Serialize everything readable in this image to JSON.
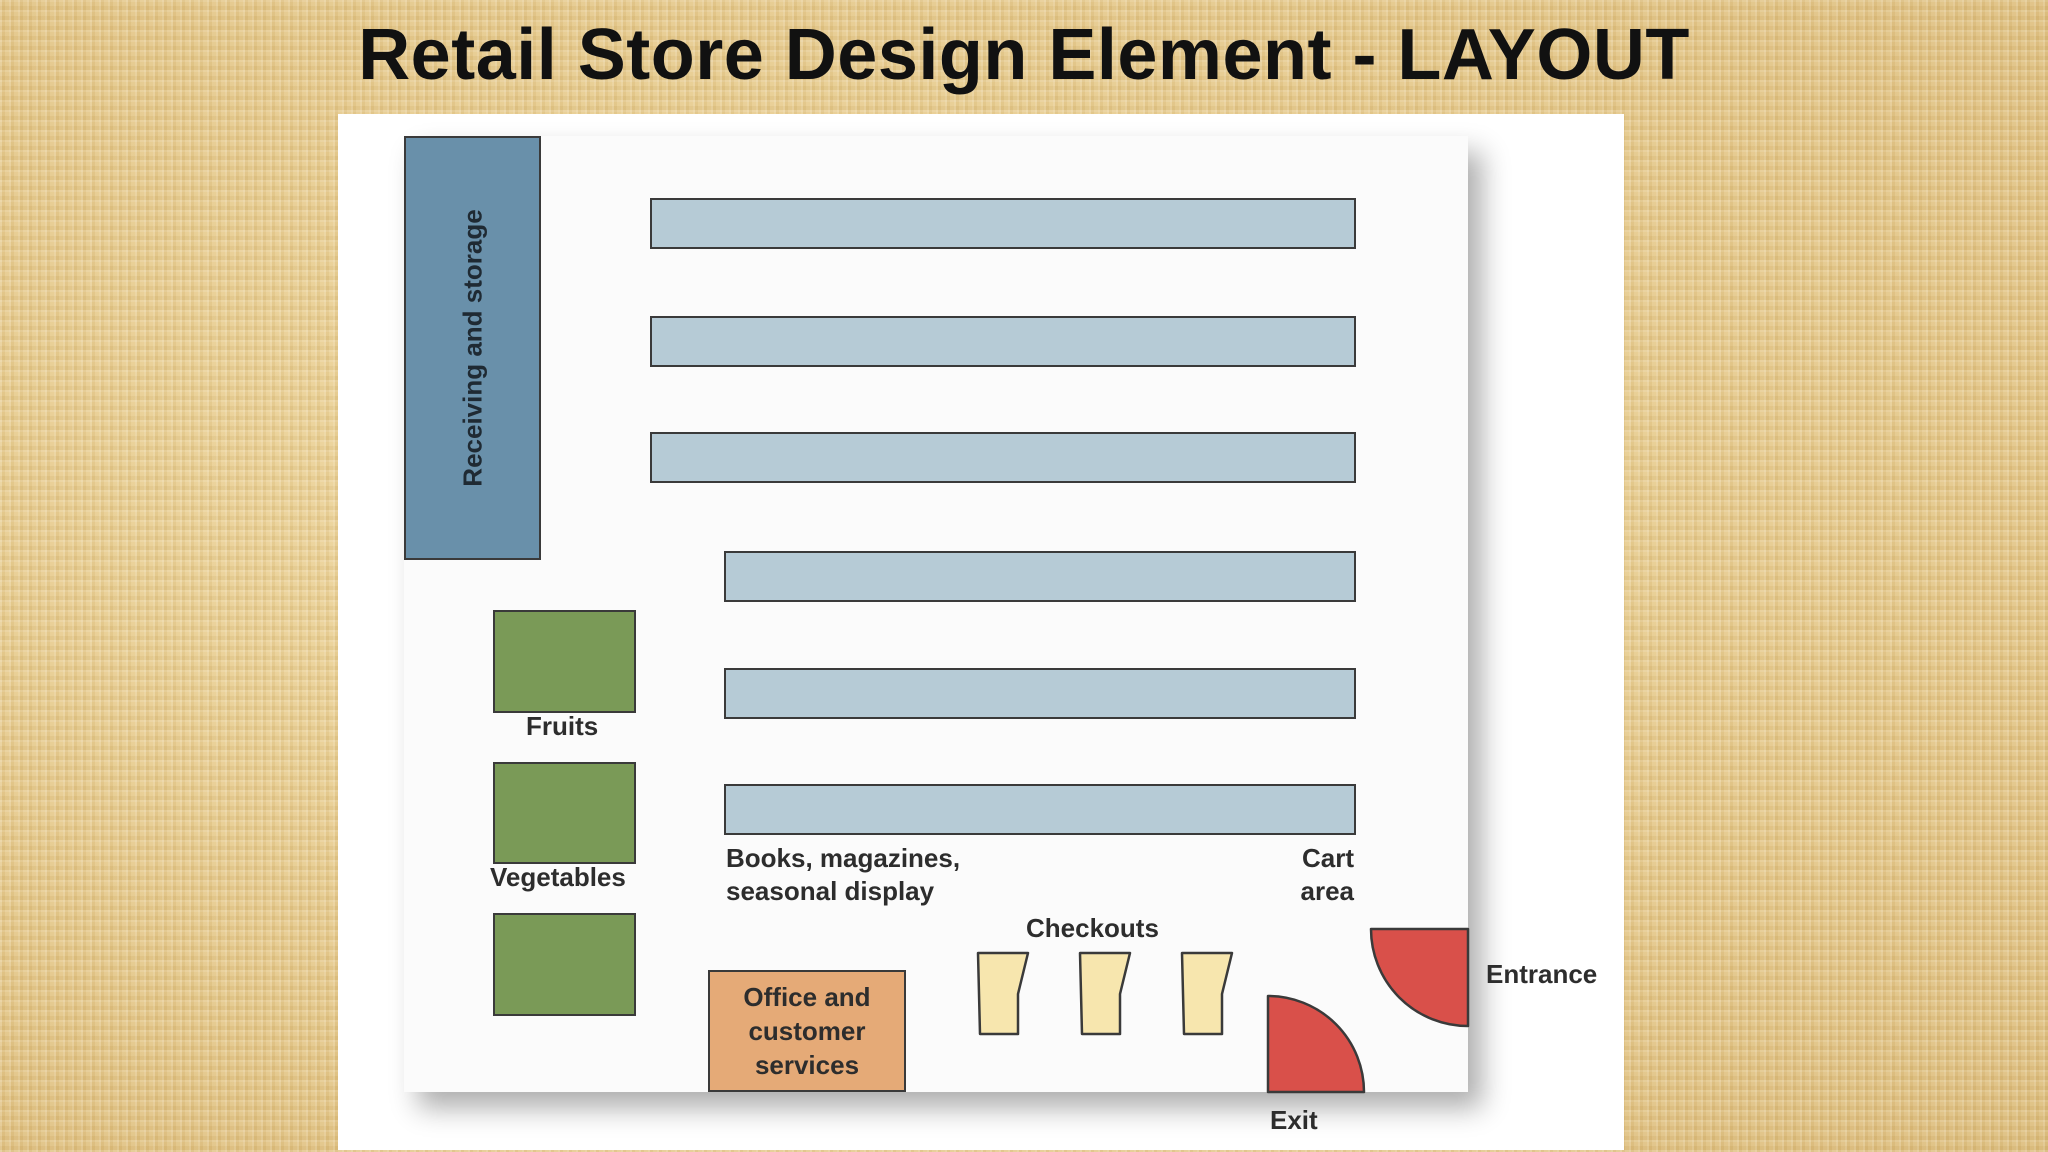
{
  "title": "Retail Store Design Element - LAYOUT",
  "layout": {
    "storage_label": "Receiving and storage",
    "produce_labels": {
      "fruits": "Fruits",
      "vegetables": "Vegetables"
    },
    "books_label": {
      "line1": "Books, magazines,",
      "line2": "seasonal display"
    },
    "cart_label": {
      "line1": "Cart",
      "line2": "area"
    },
    "checkouts_label": "Checkouts",
    "office_label": "Office and\ncustomer\nservices",
    "entrance_label": "Entrance",
    "exit_label": "Exit"
  },
  "colors": {
    "aisle": "#b6cbd6",
    "produce": "#7a9a57",
    "storage": "#6990aa",
    "office": "#e5aa77",
    "checkout": "#f7e6ae",
    "door": "#d9504a"
  }
}
